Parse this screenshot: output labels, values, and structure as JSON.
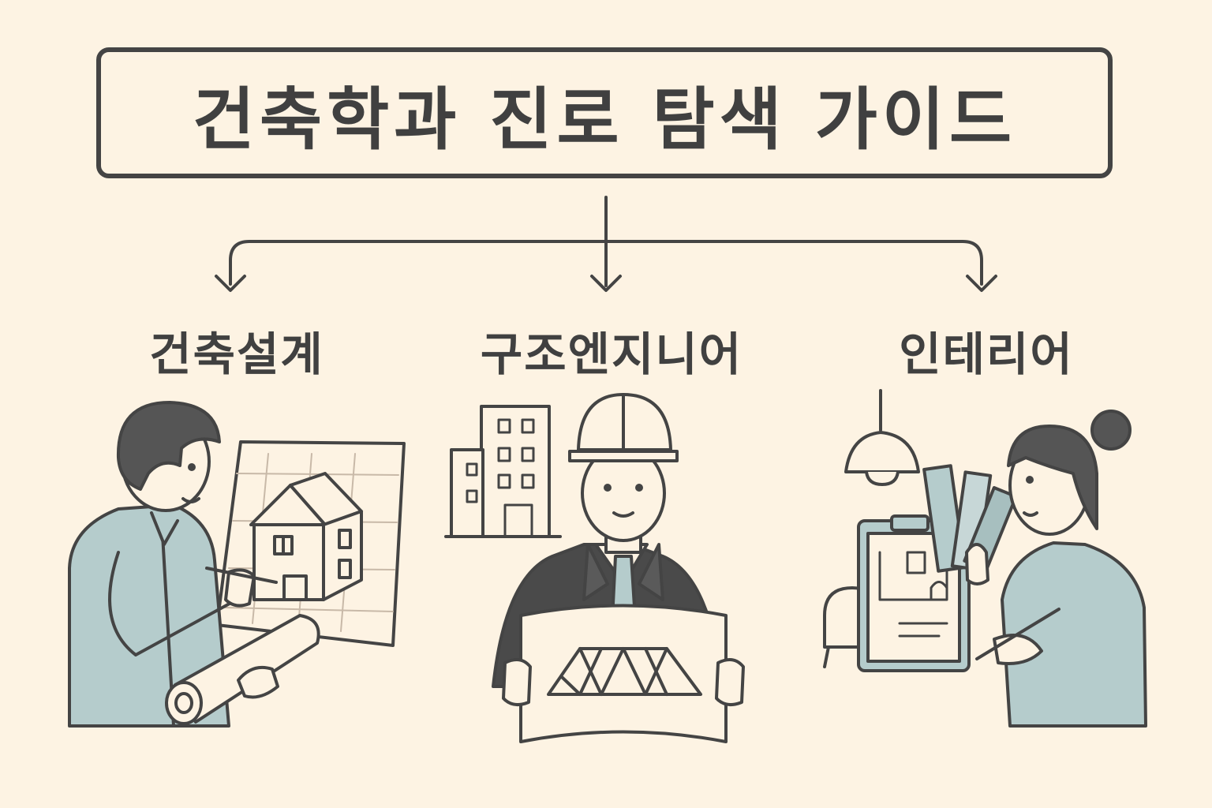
{
  "title": "건축학과 진로 탐색 가이드",
  "branches": [
    {
      "label": "건축설계",
      "illustration": "architect-drafting-house-icon"
    },
    {
      "label": "구조엔지니어",
      "illustration": "engineer-hardhat-truss-icon"
    },
    {
      "label": "인테리어",
      "illustration": "designer-color-swatches-icon"
    }
  ],
  "colors": {
    "background": "#fdf3e3",
    "ink": "#444444",
    "accent": "#b5cccc"
  }
}
